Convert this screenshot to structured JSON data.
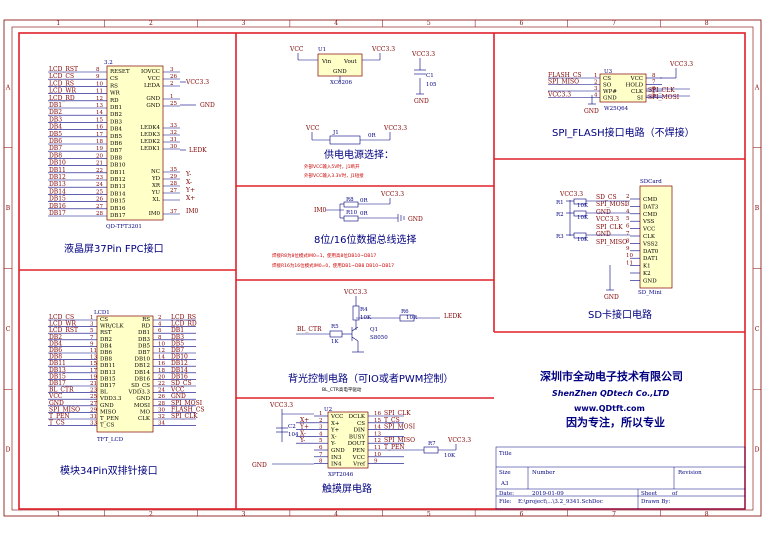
{
  "border": {
    "top_numbers": [
      "1",
      "2",
      "3",
      "4",
      "5",
      "6",
      "7",
      "8"
    ],
    "side_letters": [
      "A",
      "B",
      "C",
      "D"
    ]
  },
  "fpc37": {
    "ref": "3.2",
    "part": "QD-TFT3201",
    "caption": "液晶屏37Pin FPC接口",
    "left_nets": [
      "LCD_RST",
      "LCD_CS",
      "LCD_RS",
      "LCD_WR",
      "LCD_RD",
      "DB1",
      "DB2",
      "DB3",
      "DB4",
      "DB5",
      "DB6",
      "DB7",
      "DB8",
      "DB10",
      "DB11",
      "DB12",
      "DB13",
      "DB14",
      "DB15",
      "DB16",
      "DB17"
    ],
    "left_pins": [
      "8",
      "9",
      "10",
      "11",
      "12",
      "13",
      "14",
      "15",
      "16",
      "17",
      "18",
      "19",
      "20",
      "21",
      "22",
      "23",
      "24",
      "25",
      "26",
      "27",
      "28"
    ],
    "left_sigs": [
      "RESET",
      "CS",
      "RS",
      "WR",
      "RD",
      "DB1",
      "DB2",
      "DB3",
      "DB4",
      "DB5",
      "DB6",
      "DB7",
      "DB8",
      "DB10",
      "DB11",
      "DB12",
      "DB13",
      "DB14",
      "DB15",
      "DB16",
      "DB17"
    ],
    "right_sigs": [
      "IOVCC",
      "VCC",
      "LEDA",
      "GND",
      "GND",
      "LEDK4",
      "LEDK3",
      "LEDK2",
      "LEDK1",
      "NC",
      "YD",
      "XR",
      "YU",
      "XL",
      "IM0"
    ],
    "right_pins": [
      "3",
      "26",
      "2",
      "1",
      "25",
      "33",
      "32",
      "31",
      "30",
      "35",
      "29",
      "28",
      "27",
      "",
      "37"
    ],
    "right_nets": [
      "VCC3.3",
      "GND",
      "LEDK",
      "Y-",
      "X-",
      "Y+",
      "X+",
      "IM0"
    ]
  },
  "power": {
    "caption": "供电电源选择：",
    "u1_ref": "U1",
    "u1_part": "XC6206",
    "u1_pins": [
      "Vin",
      "Vout",
      "GND"
    ],
    "vcc": "VCC",
    "vcc33": "VCC3.3",
    "c1": "C1",
    "c1_val": "105",
    "j1": "J1",
    "r0": "0R",
    "gnd": "GND",
    "note1": "外部VCC输入5V时，J1断开",
    "note2": "外部VCC输入3.3V时，J1短接"
  },
  "bus": {
    "caption": "8位/16位数据总线选择",
    "im0": "IM0",
    "r8": "R8",
    "r10": "R10",
    "r_val": "0R",
    "vcc33": "VCC3.3",
    "gnd": "GND",
    "note1": "焊接R8为8位模式IM0=1，使用高8位DB10~DB17",
    "note2": "焊接R16为16位模式IM0=0，使用DB1~DB8   DB10~DB17"
  },
  "spiflash": {
    "caption": "SPI_FLASH接口电路（不焊接）",
    "ref": "U3",
    "part": "W25Q64",
    "left_nets": [
      "FLASH_CS",
      "SPI_MISO",
      "",
      "VCC3.3"
    ],
    "left_pins": [
      "1",
      "2",
      "3",
      "4"
    ],
    "left_sigs": [
      "CS",
      "SO",
      "WP#",
      "GND"
    ],
    "right_sigs": [
      "VCC",
      "HOLD",
      "CLK",
      "SI"
    ],
    "right_pins": [
      "8",
      "7",
      "6",
      "5"
    ],
    "right_nets": [
      "VCC3.3",
      "SPI_CLK",
      "SPI_MOSI"
    ],
    "gnd": "GND"
  },
  "sdcard": {
    "caption": "SD卡接口电路",
    "ref": "SDCard",
    "part": "SD_Mini",
    "vcc33": "VCC3.3",
    "resistors": [
      "R1",
      "R2",
      "R3"
    ],
    "r_vals": [
      "10K",
      "10K",
      "10K"
    ],
    "nets": [
      "SD_CS",
      "SPI_MOSI",
      "GND",
      "VCC3.3",
      "SPI_CLK",
      "GND",
      "SPI_MISO"
    ],
    "sigs": [
      "CMD",
      "DAT3",
      "CMD",
      "VSS",
      "VCC",
      "CLK",
      "VSS2",
      "DAT0",
      "DAT1",
      "K1",
      "K2",
      "GND"
    ],
    "pins": [
      "2",
      "3",
      "4",
      "5",
      "6",
      "7",
      "8",
      "9",
      "10",
      "11"
    ],
    "gnd": "GND"
  },
  "hdr34": {
    "caption": "模块34Pin双排针接口",
    "ref": "LCD1",
    "part": "TFT_LCD",
    "left_nets": [
      "LCD_CS",
      "LCD_WR",
      "LCD_RST",
      "DB2",
      "DB4",
      "DB6",
      "DB8",
      "DB11",
      "DB13",
      "DB15",
      "DB17",
      "BL_CTR",
      "VCC",
      "GND",
      "SPI_MISO",
      "T_PEN",
      "T_CS"
    ],
    "left_pins": [
      "1",
      "3",
      "5",
      "7",
      "9",
      "11",
      "13",
      "15",
      "17",
      "19",
      "21",
      "23",
      "25",
      "27",
      "29",
      "31",
      "33"
    ],
    "left_sigs": [
      "CS",
      "WR/CLK",
      "RST",
      "DB2",
      "DB4",
      "DB6",
      "DB8",
      "DB11",
      "DB13",
      "DB15",
      "DB17",
      "BL",
      "VDD3.3",
      "GND",
      "MISO",
      "T_PEN",
      "T_CS"
    ],
    "right_sigs": [
      "RS",
      "RD",
      "DB1",
      "DB3",
      "DB5",
      "DB7",
      "DB10",
      "DB12",
      "DB14",
      "DB16",
      "SD_CS",
      "VDD3.3",
      "GND",
      "MOSI",
      "MO",
      "CLK"
    ],
    "right_pins": [
      "2",
      "4",
      "6",
      "8",
      "10",
      "12",
      "14",
      "16",
      "18",
      "20",
      "22",
      "24",
      "26",
      "28",
      "30",
      "32",
      "34"
    ],
    "right_nets": [
      "LCD_RS",
      "LCD_RD",
      "DB1",
      "DB3",
      "DB5",
      "DB7",
      "DB10",
      "DB12",
      "DB14",
      "DB16",
      "SD_CS",
      "VCC",
      "GND",
      "SPI_MOSI",
      "FLASH_CS",
      "SPI_CLK"
    ]
  },
  "backlight": {
    "caption": "背光控制电路（可IO或者PWM控制）",
    "note": "BL_CTR高电平驱动",
    "vcc33": "VCC3.3",
    "r4": "R4",
    "r4_val": "10K",
    "r5": "R5",
    "r5_val": "1K",
    "r6": "R6",
    "r6_val": "10R",
    "q1": "Q1",
    "q1_part": "S8050",
    "bl_ctr": "BL_CTR",
    "ledk": "LEDK"
  },
  "touch": {
    "caption": "触摸屏电路",
    "ref": "U2",
    "part": "XPT2046",
    "vcc33": "VCC3.3",
    "c2": "C2",
    "c2_val": "104",
    "left_nets": [
      "X+",
      "Y+",
      "X-",
      "Y-"
    ],
    "left_sigs": [
      "VCC",
      "X+",
      "Y+",
      "X-",
      "Y-",
      "GND",
      "IN3",
      "IN4"
    ],
    "left_pins": [
      "1",
      "2",
      "3",
      "4",
      "5",
      "6",
      "7",
      "8"
    ],
    "right_sigs": [
      "DCLK",
      "CS",
      "DIN",
      "BUSY",
      "DOUT",
      "PEN",
      "VCC",
      "Vref"
    ],
    "right_pins": [
      "16",
      "15",
      "14",
      "13",
      "12",
      "11",
      "10",
      "9"
    ],
    "right_nets": [
      "SPI_CLK",
      "T_CS",
      "SPI_MOSI",
      "SPI_MISO",
      "T_PEN"
    ],
    "r7": "R7",
    "r7_val": "10K",
    "gnd": "GND"
  },
  "company": {
    "name_cn": "深圳市全动电子技术有限公司",
    "name_en": "ShenZhen QDtech Co.,LTD",
    "url": "www.QDtft.com",
    "slogan": "因为专注，所以专业"
  },
  "titleblock": {
    "title_label": "Title",
    "size_label": "Size",
    "size_val": "A3",
    "number_label": "Number",
    "revision_label": "Revision",
    "date_label": "Date:",
    "date_val": "2019-01-09",
    "sheet_label": "Sheet",
    "of_label": "of",
    "file_label": "File:",
    "file_val": "E:\\project\\...\\3.2_9341.SchDoc",
    "drawn_label": "Drawn By:"
  }
}
